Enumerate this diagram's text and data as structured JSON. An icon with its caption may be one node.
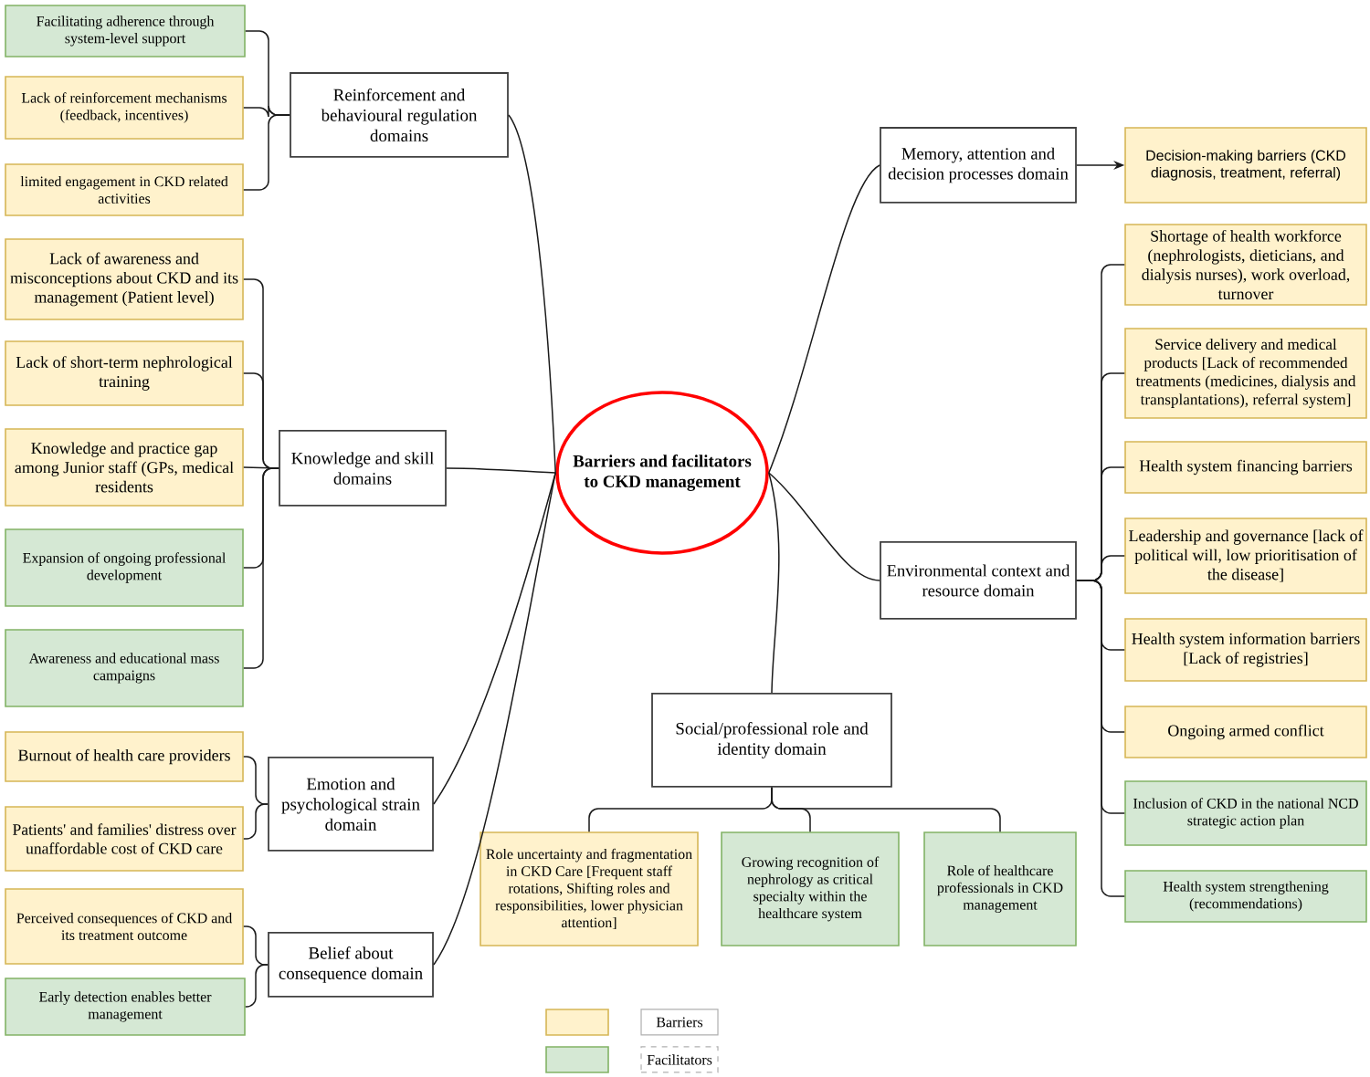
{
  "diagram": {
    "nodes": [
      {
        "text": [
          "Barriers and facilitators to CKD management"
        ]
      },
      {
        "text": [
          "Reinforcement and behavioural regulation domains"
        ]
      },
      {
        "text": [
          "Facilitating adherence through system-level support"
        ]
      },
      {
        "text": [
          "Lack of reinforcement mechanisms (feedback, incentives)"
        ]
      },
      {
        "text": [
          "limited engagement in CKD related activities"
        ]
      },
      {
        "text": [
          "Knowledge and skill domains"
        ]
      },
      {
        "text": [
          "Lack of awareness and misconceptions about CKD and its management (Patient level)"
        ]
      },
      {
        "text": [
          "Lack of short-term nephrological training"
        ]
      },
      {
        "text": [
          "Knowledge and practice gap among Junior staff (GPs, medical residents"
        ]
      },
      {
        "text": [
          "Expansion of ongoing professional development"
        ]
      },
      {
        "text": [
          "Awareness and educational mass campaigns"
        ]
      },
      {
        "text": [
          "Emotion and psychological strain domain"
        ]
      },
      {
        "text": [
          "Burnout of health care providers"
        ]
      },
      {
        "text": [
          "Patients' and families' distress over unaffordable cost of CKD care"
        ]
      },
      {
        "text": [
          "Belief about consequence domain"
        ]
      },
      {
        "text": [
          "Perceived consequences of CKD and its treatment outcome"
        ]
      },
      {
        "text": [
          "Early detection enables better management"
        ]
      },
      {
        "text": [
          "Memory, attention and decision processes domain"
        ]
      },
      {
        "text": [
          "Decision-making barriers (CKD diagnosis, treatment, referral)"
        ]
      },
      {
        "text": [
          "Environmental context and resource domain"
        ]
      },
      {
        "text": [
          "Shortage of health workforce (nephrologists, dieticians, and dialysis nurses), work overload, turnover"
        ]
      },
      {
        "text": [
          "Service delivery and medical products [Lack of recommended treatments (medicines, dialysis and transplantations), referral system]"
        ]
      },
      {
        "text": [
          "Health system financing barriers"
        ]
      },
      {
        "text": [
          "Leadership and governance [lack of political will, low prioritisation of the disease]"
        ]
      },
      {
        "text": [
          "Health system information barriers [Lack of registries]"
        ]
      },
      {
        "text": [
          "Ongoing armed conflict"
        ]
      },
      {
        "text": [
          "Inclusion of CKD in the national NCD strategic action plan"
        ]
      },
      {
        "text": [
          "Health system strengthening (recommendations)"
        ]
      },
      {
        "text": [
          "Social/professional role and identity domain"
        ]
      },
      {
        "text": [
          "Role uncertainty and fragmentation in CKD Care [Frequent staff rotations, Shifting roles and responsibilities, lower physician attention]"
        ]
      },
      {
        "text": [
          "Growing recognition of nephrology as critical specialty within the healthcare system"
        ]
      },
      {
        "text": [
          "Role of healthcare professionals in CKD management"
        ]
      }
    ],
    "edges": [
      {
        "from": 0,
        "to": 1,
        "arrow": "none"
      },
      {
        "from": 0,
        "to": 5,
        "arrow": "none"
      },
      {
        "from": 0,
        "to": 11,
        "arrow": "none"
      },
      {
        "from": 0,
        "to": 14,
        "arrow": "none"
      },
      {
        "from": 0,
        "to": 17,
        "arrow": "none"
      },
      {
        "from": 0,
        "to": 19,
        "arrow": "none"
      },
      {
        "from": 0,
        "to": 28,
        "arrow": "none"
      },
      {
        "from": 1,
        "to": 2,
        "arrow": "none"
      },
      {
        "from": 1,
        "to": 3,
        "arrow": "none"
      },
      {
        "from": 1,
        "to": 4,
        "arrow": "none"
      },
      {
        "from": 5,
        "to": 6,
        "arrow": "none"
      },
      {
        "from": 5,
        "to": 7,
        "arrow": "none"
      },
      {
        "from": 5,
        "to": 8,
        "arrow": "none"
      },
      {
        "from": 5,
        "to": 9,
        "arrow": "none"
      },
      {
        "from": 5,
        "to": 10,
        "arrow": "none"
      },
      {
        "from": 11,
        "to": 12,
        "arrow": "none"
      },
      {
        "from": 11,
        "to": 13,
        "arrow": "none"
      },
      {
        "from": 14,
        "to": 15,
        "arrow": "none"
      },
      {
        "from": 14,
        "to": 16,
        "arrow": "none"
      },
      {
        "from": 17,
        "to": 18,
        "arrow": "to"
      },
      {
        "from": 19,
        "to": 20,
        "arrow": "none"
      },
      {
        "from": 19,
        "to": 21,
        "arrow": "none"
      },
      {
        "from": 19,
        "to": 22,
        "arrow": "none"
      },
      {
        "from": 19,
        "to": 23,
        "arrow": "none"
      },
      {
        "from": 19,
        "to": 24,
        "arrow": "none"
      },
      {
        "from": 19,
        "to": 25,
        "arrow": "none"
      },
      {
        "from": 19,
        "to": 26,
        "arrow": "none"
      },
      {
        "from": 19,
        "to": 27,
        "arrow": "none"
      },
      {
        "from": 28,
        "to": 29,
        "arrow": "none"
      },
      {
        "from": 28,
        "to": 30,
        "arrow": "none"
      },
      {
        "from": 28,
        "to": 31,
        "arrow": "none"
      }
    ],
    "legend": [
      {
        "text": "Barriers",
        "color": "#fff2cc"
      },
      {
        "text": "Facilitators",
        "color": "#d5e8d4"
      }
    ]
  }
}
